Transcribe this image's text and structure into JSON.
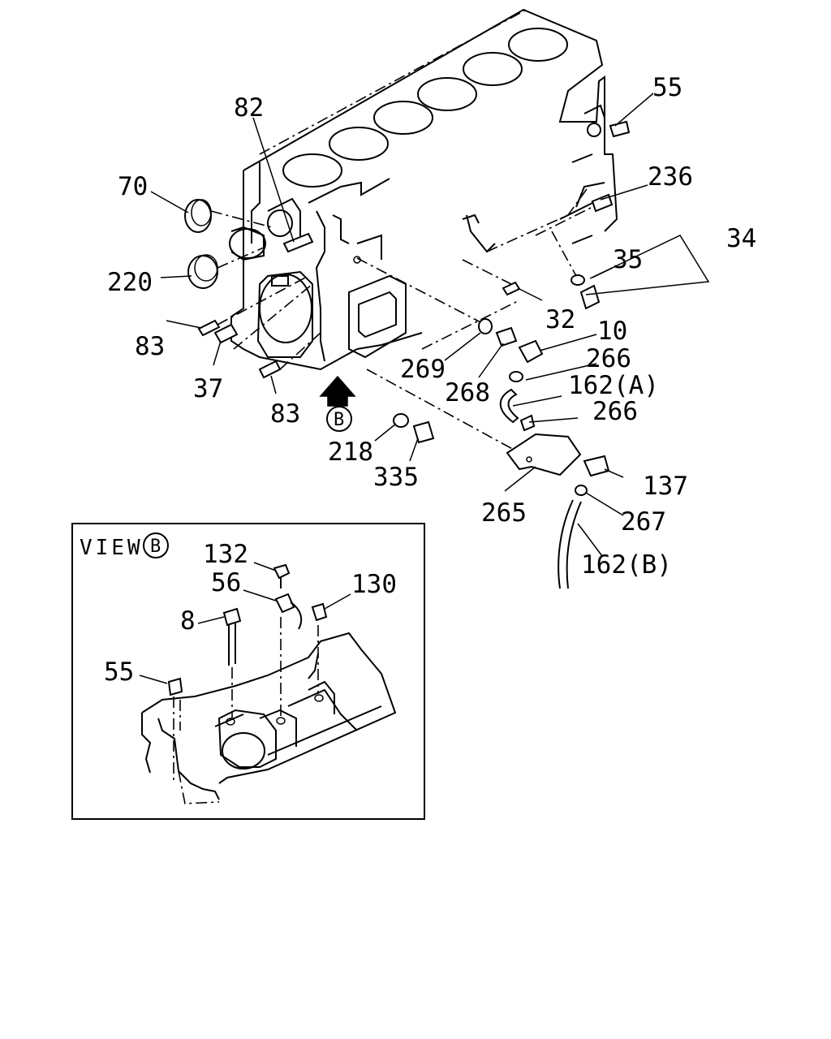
{
  "view_box": {
    "title": "VIEW",
    "marker": "B"
  },
  "view_marker": "B",
  "labels": {
    "p55": "55",
    "p236": "236",
    "p34": "34",
    "p35": "35",
    "p82": "82",
    "p70": "70",
    "p220": "220",
    "p83a": "83",
    "p37": "37",
    "p83b": "83",
    "p32": "32",
    "p10": "10",
    "p269": "269",
    "p266a": "266",
    "p268": "268",
    "p162a": "162(A)",
    "p266b": "266",
    "p218": "218",
    "p335": "335",
    "p137": "137",
    "p265": "265",
    "p267": "267",
    "p162b": "162(B)",
    "v132": "132",
    "v56": "56",
    "v130": "130",
    "v8": "8",
    "v55": "55"
  }
}
